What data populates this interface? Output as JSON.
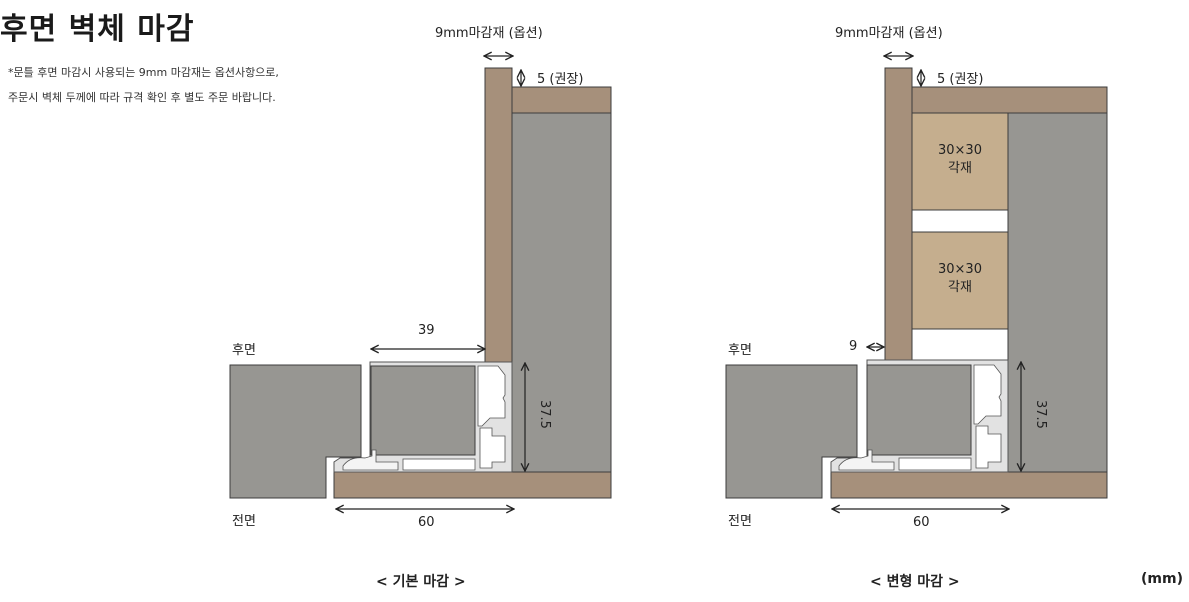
{
  "title": "후면 벽체 마감",
  "notes": [
    "*문틀 후면 마감시 사용되는 9mm 마감재는 옵션사항으로,",
    "주문시 벽체 두께에 따라 규격 확인 후 별도 주문 바랍니다."
  ],
  "unit": "(mm)",
  "colors": {
    "wall_gray": "#979692",
    "finish_brown": "#a6907b",
    "block_tan": "#c5ae8e",
    "frame_light": "#e2e2e2",
    "outline": "#3c3c3c"
  },
  "diagrams": [
    {
      "caption": "< 기본 마감 >",
      "finish_label": "9mm마감재 (옵션)",
      "gap_label": "5 (권장)",
      "back_label": "후면",
      "front_label": "전면",
      "dim_top": "39",
      "dim_height": "37.5",
      "dim_bottom": "60"
    },
    {
      "caption": "< 변형 마감 >",
      "finish_label": "9mm마감재 (옵션)",
      "gap_label": "5 (권장)",
      "back_label": "후면",
      "front_label": "전면",
      "dim_side": "9",
      "dim_height": "37.5",
      "dim_bottom": "60",
      "blocks": [
        "30×30\n각재",
        "30×30\n각재"
      ],
      "block_line1": "30×30",
      "block_line2": "각재"
    }
  ]
}
